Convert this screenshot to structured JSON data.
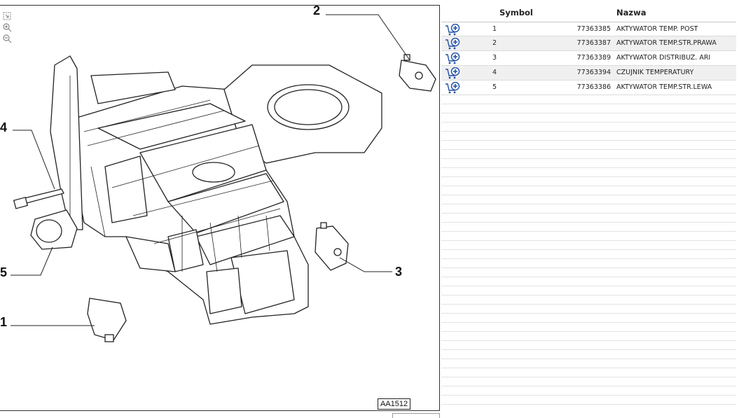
{
  "diagram": {
    "callouts": [
      "1",
      "2",
      "3",
      "4",
      "5"
    ],
    "reference_label": "AA1512"
  },
  "parts_table": {
    "headers": {
      "symbol": "Symbol",
      "name": "Nazwa"
    },
    "rows": [
      {
        "symbol": "1",
        "number": "77363385",
        "name": "AKTYWATOR TEMP. POST"
      },
      {
        "symbol": "2",
        "number": "77363387",
        "name": "AKTYWATOR TEMP.STR.PRAWA"
      },
      {
        "symbol": "3",
        "number": "77363389",
        "name": "AKTYWATOR DISTRIBUZ. ARI"
      },
      {
        "symbol": "4",
        "number": "77363394",
        "name": "CZUJNIK TEMPERATURY"
      },
      {
        "symbol": "5",
        "number": "77363386",
        "name": "AKTYWATOR TEMP.STR.LEWA"
      }
    ]
  },
  "icons": {
    "zoom_tools": [
      "fit-icon",
      "zoom-in-icon",
      "zoom-out-icon"
    ],
    "row_action": "add-to-cart-icon"
  },
  "colors": {
    "icon_blue": "#1f4fa8",
    "row_alt": "#f0f0f0",
    "line": "#333333"
  }
}
